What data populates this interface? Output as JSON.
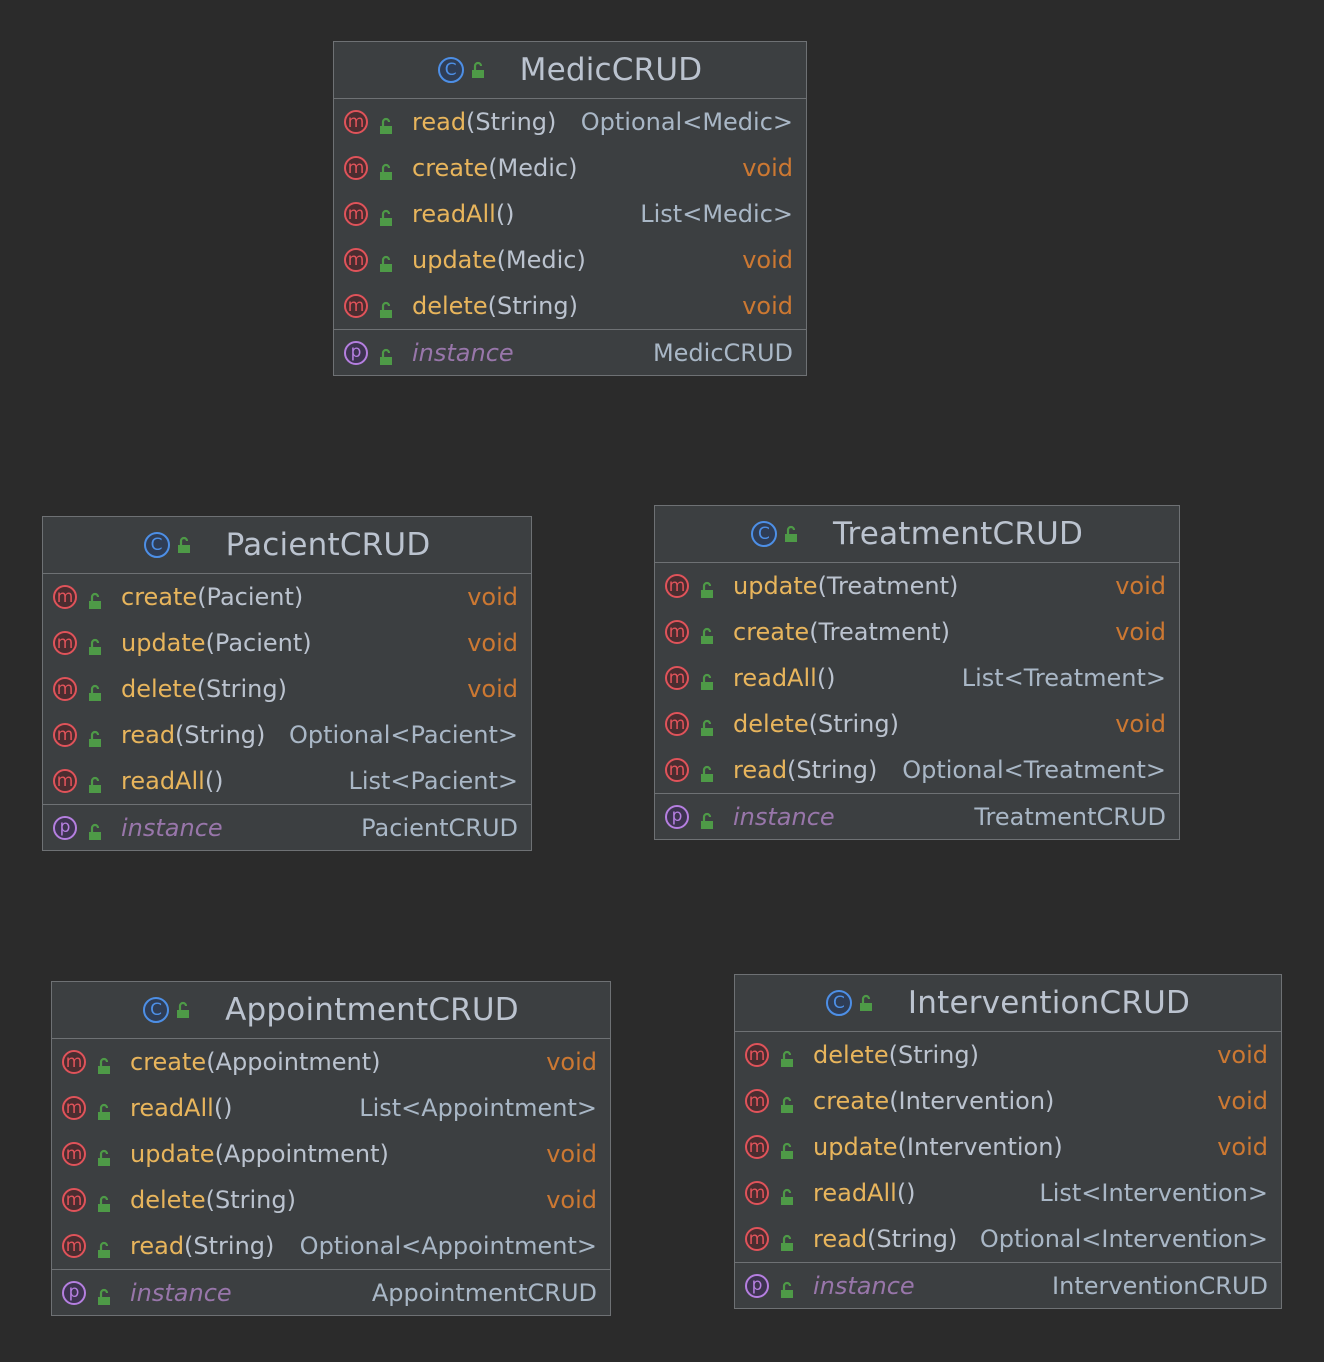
{
  "colors": {
    "background": "#2b2b2b",
    "box": "#3c3f41",
    "border": "#6e7174",
    "method_name": "#e8b55c",
    "void_type": "#cc7832",
    "field_name": "#9876aa",
    "method_badge": "#e0535a",
    "class_badge": "#4d8fe6",
    "property_badge": "#b57fe0",
    "lock": "#4e9a47"
  },
  "icons": {
    "class": "class-icon",
    "method": "method-icon",
    "property": "property-icon",
    "visibility": "public-lock-icon"
  },
  "badge_letters": {
    "class": "C",
    "method": "m",
    "property": "p"
  },
  "classes": [
    {
      "name": "MedicCRUD",
      "methods": [
        {
          "name": "read",
          "params": "(String)",
          "returns": "Optional<Medic>"
        },
        {
          "name": "create",
          "params": "(Medic)",
          "returns": "void"
        },
        {
          "name": "readAll",
          "params": "()",
          "returns": "List<Medic>"
        },
        {
          "name": "update",
          "params": "(Medic)",
          "returns": "void"
        },
        {
          "name": "delete",
          "params": "(String)",
          "returns": "void"
        }
      ],
      "field": {
        "name": "instance",
        "type": "MedicCRUD"
      }
    },
    {
      "name": "PacientCRUD",
      "methods": [
        {
          "name": "create",
          "params": "(Pacient)",
          "returns": "void"
        },
        {
          "name": "update",
          "params": "(Pacient)",
          "returns": "void"
        },
        {
          "name": "delete",
          "params": "(String)",
          "returns": "void"
        },
        {
          "name": "read",
          "params": "(String)",
          "returns": "Optional<Pacient>"
        },
        {
          "name": "readAll",
          "params": "()",
          "returns": "List<Pacient>"
        }
      ],
      "field": {
        "name": "instance",
        "type": "PacientCRUD"
      }
    },
    {
      "name": "TreatmentCRUD",
      "methods": [
        {
          "name": "update",
          "params": "(Treatment)",
          "returns": "void"
        },
        {
          "name": "create",
          "params": "(Treatment)",
          "returns": "void"
        },
        {
          "name": "readAll",
          "params": "()",
          "returns": "List<Treatment>"
        },
        {
          "name": "delete",
          "params": "(String)",
          "returns": "void"
        },
        {
          "name": "read",
          "params": "(String)",
          "returns": "Optional<Treatment>"
        }
      ],
      "field": {
        "name": "instance",
        "type": "TreatmentCRUD"
      }
    },
    {
      "name": "AppointmentCRUD",
      "methods": [
        {
          "name": "create",
          "params": "(Appointment)",
          "returns": "void"
        },
        {
          "name": "readAll",
          "params": "()",
          "returns": "List<Appointment>"
        },
        {
          "name": "update",
          "params": "(Appointment)",
          "returns": "void"
        },
        {
          "name": "delete",
          "params": "(String)",
          "returns": "void"
        },
        {
          "name": "read",
          "params": "(String)",
          "returns": "Optional<Appointment>"
        }
      ],
      "field": {
        "name": "instance",
        "type": "AppointmentCRUD"
      }
    },
    {
      "name": "InterventionCRUD",
      "methods": [
        {
          "name": "delete",
          "params": "(String)",
          "returns": "void"
        },
        {
          "name": "create",
          "params": "(Intervention)",
          "returns": "void"
        },
        {
          "name": "update",
          "params": "(Intervention)",
          "returns": "void"
        },
        {
          "name": "readAll",
          "params": "()",
          "returns": "List<Intervention>"
        },
        {
          "name": "read",
          "params": "(String)",
          "returns": "Optional<Intervention>"
        }
      ],
      "field": {
        "name": "instance",
        "type": "InterventionCRUD"
      }
    }
  ]
}
